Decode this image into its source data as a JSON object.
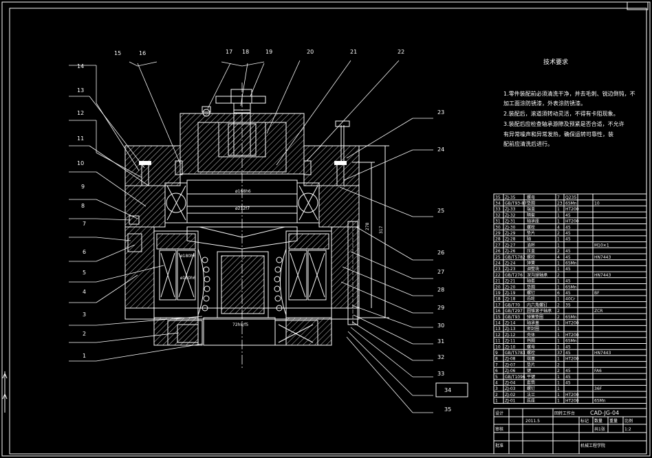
{
  "tech_requirements": {
    "title": "技术要求",
    "items": [
      "1.零件装配前必须清洗干净，并去毛刺、锐边倒钝，不",
      "加工面涂防锈漆，外表涂防锈漆。",
      "2.装配后，滚道须转动灵活，不得有卡阻现象。",
      "3.装配后应检查轴承游隙及预紧是否合适，不允许",
      "有异常噪声和异常发热，确保运转可靠性，装",
      "配前应清洗后进行。"
    ]
  },
  "balloons": [
    "1",
    "2",
    "3",
    "4",
    "5",
    "6",
    "7",
    "8",
    "9",
    "10",
    "11",
    "12",
    "13",
    "14",
    "15",
    "16",
    "17",
    "18",
    "19",
    "20",
    "21",
    "22",
    "23",
    "24",
    "25",
    "26",
    "27",
    "28",
    "29",
    "30",
    "31",
    "32",
    "33",
    "34",
    "35"
  ],
  "dimensions": {
    "d1": "ø168h6",
    "d2": "ø212f7",
    "d3": "ø180h6",
    "d4": "ø160h6",
    "d5": "72h8/f5",
    "v1": "278",
    "v2": "317"
  },
  "bom": [
    {
      "no": "35",
      "code": "ZJ-35",
      "name": "螺母",
      "qty": "7",
      "mat": "Q235",
      "note": ""
    },
    {
      "no": "34",
      "code": "GB/T93-87",
      "name": "垫圈",
      "qty": "23",
      "mat": "65Mn",
      "note": "10"
    },
    {
      "no": "33",
      "code": "ZJ-33",
      "name": "端盖",
      "qty": "1",
      "mat": "HT200",
      "note": ""
    },
    {
      "no": "32",
      "code": "ZJ-32",
      "name": "隔套",
      "qty": "1",
      "mat": "45",
      "note": ""
    },
    {
      "no": "31",
      "code": "ZJ-31",
      "name": "轴承座",
      "qty": "1",
      "mat": "HT200",
      "note": ""
    },
    {
      "no": "30",
      "code": "ZJ-30",
      "name": "螺栓",
      "qty": "4",
      "mat": "45",
      "note": ""
    },
    {
      "no": "29",
      "code": "ZJ-29",
      "name": "垫片",
      "qty": "2",
      "mat": "45",
      "note": ""
    },
    {
      "no": "28",
      "code": "ZJ-28",
      "name": "轴",
      "qty": "1",
      "mat": "45",
      "note": ""
    },
    {
      "no": "27",
      "code": "ZJ-27",
      "name": "油杯",
      "qty": "1",
      "mat": "",
      "note": "M10×1"
    },
    {
      "no": "26",
      "code": "ZJ-26",
      "name": "压盖",
      "qty": "2",
      "mat": "45",
      "note": ""
    },
    {
      "no": "25",
      "code": "GB/T5782",
      "name": "螺栓",
      "qty": "4",
      "mat": "45",
      "note": "HN7443"
    },
    {
      "no": "24",
      "code": "ZJ-24",
      "name": "弹簧",
      "qty": "1",
      "mat": "65Mn",
      "note": ""
    },
    {
      "no": "23",
      "code": "ZJ-23",
      "name": "调整块",
      "qty": "1",
      "mat": "45",
      "note": ""
    },
    {
      "no": "22",
      "code": "GB/T276",
      "name": "深沟球轴承",
      "qty": "2",
      "mat": "",
      "note": "HN7443"
    },
    {
      "no": "21",
      "code": "ZJ-21",
      "name": "轴套",
      "qty": "1",
      "mat": "45",
      "note": ""
    },
    {
      "no": "20",
      "code": "ZJ-20",
      "name": "垫圈",
      "qty": "1",
      "mat": "65Mn",
      "note": ""
    },
    {
      "no": "19",
      "code": "ZJ-19",
      "name": "螺钉",
      "qty": "6",
      "mat": "45",
      "note": "BF"
    },
    {
      "no": "18",
      "code": "ZJ-18",
      "name": "齿轮",
      "qty": "1",
      "mat": "40Cr",
      "note": ""
    },
    {
      "no": "17",
      "code": "GB/T70",
      "name": "内六角螺钉",
      "qty": "2",
      "mat": "35",
      "note": ""
    },
    {
      "no": "16",
      "code": "GB/T297",
      "name": "圆锥滚子轴承",
      "qty": "2",
      "mat": "",
      "note": "ZCR"
    },
    {
      "no": "15",
      "code": "GB/T93",
      "name": "弹簧垫圈",
      "qty": "2",
      "mat": "65Mn",
      "note": ""
    },
    {
      "no": "14",
      "code": "ZJ-14",
      "name": "轴承盖",
      "qty": "1",
      "mat": "HT200",
      "note": ""
    },
    {
      "no": "13",
      "code": "ZJ-13",
      "name": "密封圈",
      "qty": "1",
      "mat": "",
      "note": ""
    },
    {
      "no": "12",
      "code": "ZJ-12",
      "name": "壳体",
      "qty": "1",
      "mat": "HT200",
      "note": ""
    },
    {
      "no": "11",
      "code": "ZJ-11",
      "name": "挡圈",
      "qty": "1",
      "mat": "65Mn",
      "note": ""
    },
    {
      "no": "10",
      "code": "ZJ-10",
      "name": "螺母",
      "qty": "1",
      "mat": "45",
      "note": ""
    },
    {
      "no": "9",
      "code": "GB/T5783",
      "name": "螺栓",
      "qty": "37",
      "mat": "45",
      "note": "HN7443"
    },
    {
      "no": "8",
      "code": "ZJ-08",
      "name": "端盖",
      "qty": "1",
      "mat": "HT200",
      "note": ""
    },
    {
      "no": "7",
      "code": "ZJ-07",
      "name": "垫片",
      "qty": "2",
      "mat": "",
      "note": ""
    },
    {
      "no": "6",
      "code": "ZJ-06",
      "name": "键",
      "qty": "2",
      "mat": "45",
      "note": "FA6"
    },
    {
      "no": "5",
      "code": "GB/T1096",
      "name": "平键",
      "qty": "1",
      "mat": "45",
      "note": ""
    },
    {
      "no": "4",
      "code": "ZJ-04",
      "name": "套筒",
      "qty": "1",
      "mat": "45",
      "note": ""
    },
    {
      "no": "3",
      "code": "ZJ-03",
      "name": "螺钉",
      "qty": "1",
      "mat": "",
      "note": "36F"
    },
    {
      "no": "2",
      "code": "ZJ-02",
      "name": "法兰",
      "qty": "1",
      "mat": "HT200",
      "note": ""
    },
    {
      "no": "1",
      "code": "ZJ-01",
      "name": "底座",
      "qty": "1",
      "mat": "HT200",
      "note": "65Mn"
    }
  ],
  "title_block": {
    "drawing_no": "CAD-JG-04",
    "scale": "1:2",
    "sheet": "共1张",
    "year": "2011.5",
    "designer": "设计",
    "checker": "审核",
    "approver": "批准",
    "title": "回转工作台",
    "school": "机械工程学院",
    "hdr_mark": "标记",
    "hdr_qty": "数量",
    "hdr_weight": "重量",
    "hdr_scale": "比例"
  }
}
